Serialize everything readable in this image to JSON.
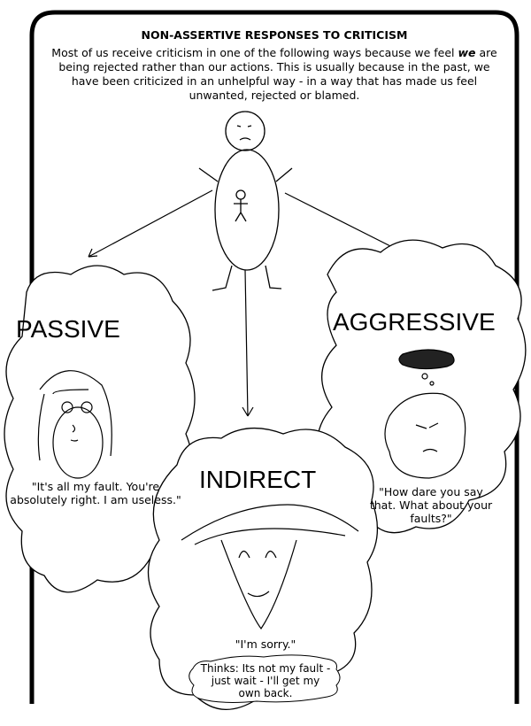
{
  "title": "NON-ASSERTIVE RESPONSES TO CRITICISM",
  "intro": {
    "before": "Most of us receive criticism in one of the following ways because we feel ",
    "emphasis": "we",
    "after": " are being rejected rather than our actions. This is usually because in the past, we have been criticized in an unhelpful way - in a way that has made us feel unwanted, rejected or blamed."
  },
  "responses": {
    "passive": {
      "label": "PASSIVE",
      "quote": "\"It's all my fault. You're absolutely right. I am useless.\""
    },
    "aggressive": {
      "label": "AGGRESSIVE",
      "quote": "\"How dare you say that. What about your faults?\""
    },
    "indirect": {
      "label": "INDIRECT",
      "quote": "\"I'm sorry.\"",
      "thinks": "Thinks: Its not my fault - just wait - I'll get my own back."
    }
  }
}
